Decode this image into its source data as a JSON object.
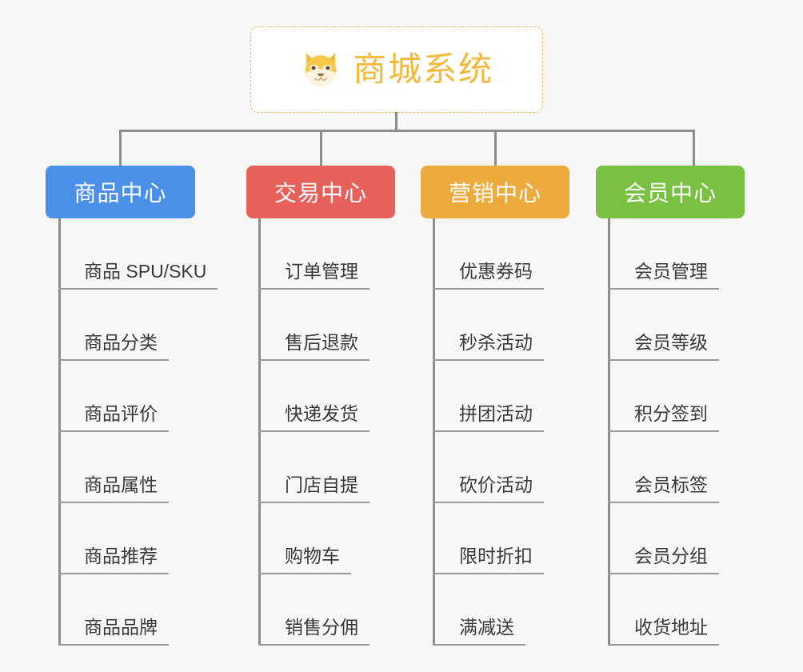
{
  "diagram": {
    "title": "商城系统",
    "root": {
      "label": "商城系统",
      "icon": "shiba-dog-face-icon",
      "text_color": "#f2b93c",
      "border_color": "#edb95e",
      "background": "#ffffff"
    },
    "background_color": "#f7f7f7",
    "connector_color": "#8d8d8d",
    "columns": [
      {
        "label": "商品中心",
        "color": "#4a90e8",
        "items": [
          "商品 SPU/SKU",
          "商品分类",
          "商品评价",
          "商品属性",
          "商品推荐",
          "商品品牌"
        ]
      },
      {
        "label": "交易中心",
        "color": "#e8605a",
        "items": [
          "订单管理",
          "售后退款",
          "快递发货",
          "门店自提",
          "购物车",
          "销售分佣"
        ]
      },
      {
        "label": "营销中心",
        "color": "#eeab3d",
        "items": [
          "优惠券码",
          "秒杀活动",
          "拼团活动",
          "砍价活动",
          "限时折扣",
          "满减送"
        ]
      },
      {
        "label": "会员中心",
        "color": "#79c043",
        "items": [
          "会员管理",
          "会员等级",
          "积分签到",
          "会员标签",
          "会员分组",
          "收货地址"
        ]
      }
    ]
  }
}
